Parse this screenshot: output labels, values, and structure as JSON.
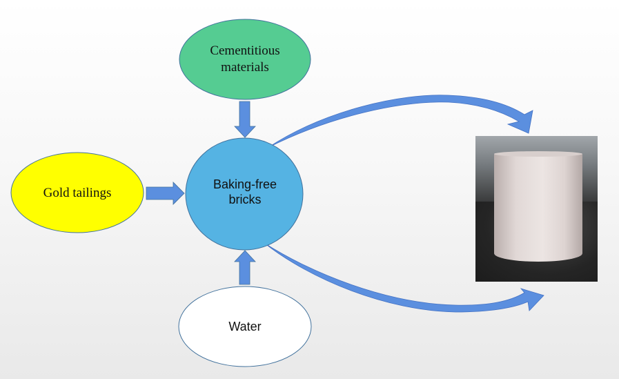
{
  "diagram": {
    "nodes": {
      "cementitious": {
        "label": "Cementitious materials",
        "line1": "Cementitious",
        "line2": "materials",
        "fill": "#55cc92"
      },
      "gold_tailings": {
        "label": "Gold tailings",
        "fill": "#ffff00"
      },
      "center": {
        "label": "Baking-free bricks",
        "line1": "Baking-free",
        "line2": "bricks",
        "fill": "#55b3e3"
      },
      "water": {
        "label": "Water",
        "fill": "#ffffff"
      }
    },
    "arrow_color": "#5b8fdf",
    "outline_color": "#41719c",
    "photo": {
      "description": "Photo of a cylindrical baking-free brick sample"
    },
    "edges": [
      {
        "from": "Cementitious materials",
        "to": "Baking-free bricks"
      },
      {
        "from": "Gold tailings",
        "to": "Baking-free bricks"
      },
      {
        "from": "Water",
        "to": "Baking-free bricks"
      },
      {
        "from": "Baking-free bricks",
        "to": "brick sample photo"
      },
      {
        "from": "Baking-free bricks",
        "to": "brick sample photo"
      }
    ]
  }
}
